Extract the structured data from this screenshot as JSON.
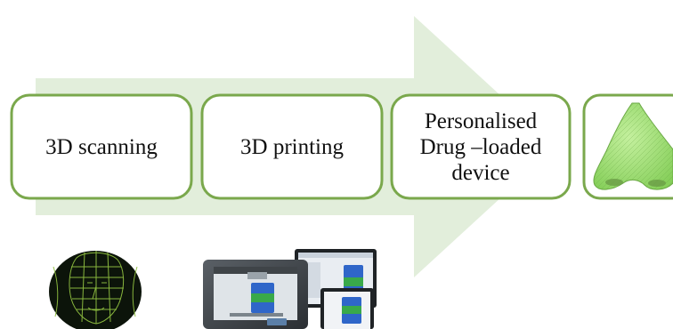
{
  "steps": [
    {
      "lines": [
        "3D scanning"
      ]
    },
    {
      "lines": [
        "3D printing"
      ]
    },
    {
      "lines": [
        "Personalised",
        "Drug –loaded",
        "device"
      ]
    }
  ],
  "colors": {
    "arrow_fill": "#e2eedb",
    "box_border": "#7aa84c",
    "box_fill": "#ffffff",
    "nose_fill": "#9fdf72",
    "face_scan": "#8fbf40",
    "printer_body": "#3f4448",
    "monitor_frame": "#1f2326",
    "model_blue": "#2f66c9",
    "model_green": "#39a94a"
  },
  "icons": {
    "output": "nose-model-icon",
    "scan": "face-scan-icon",
    "print": "3d-printer-icon"
  }
}
